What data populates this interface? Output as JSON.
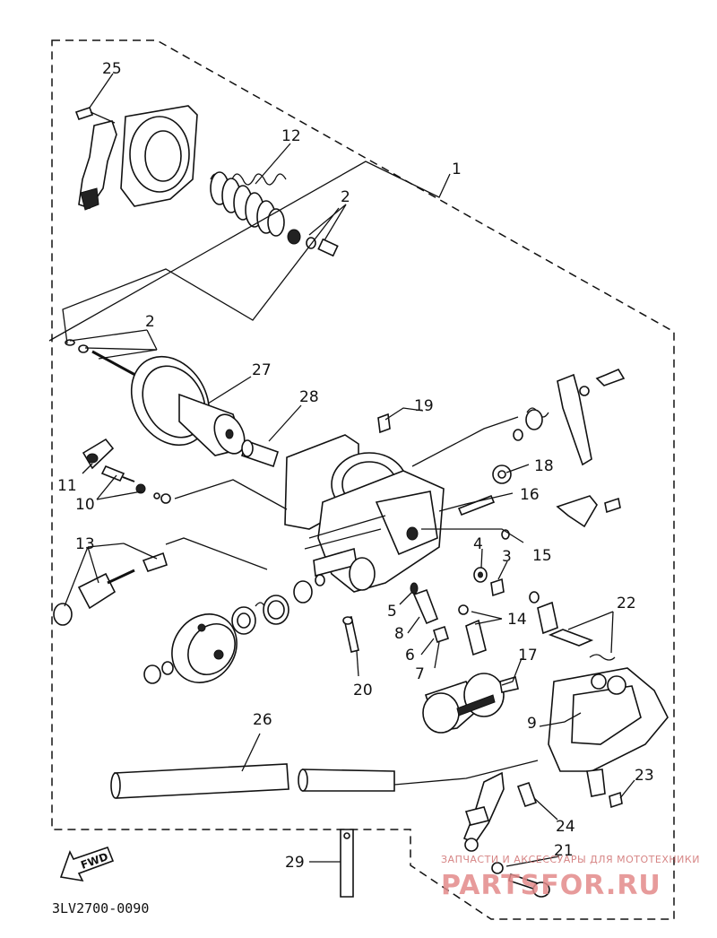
{
  "callouts": {
    "c1": "1",
    "c2a": "2",
    "c2b": "2",
    "c3": "3",
    "c4": "4",
    "c5": "5",
    "c6": "6",
    "c7": "7",
    "c8": "8",
    "c9": "9",
    "c10": "10",
    "c11": "11",
    "c12": "12",
    "c13": "13",
    "c14": "14",
    "c15": "15",
    "c16": "16",
    "c17": "17",
    "c18": "18",
    "c19": "19",
    "c20": "20",
    "c21": "21",
    "c22": "22",
    "c23": "23",
    "c24": "24",
    "c25": "25",
    "c26": "26",
    "c27": "27",
    "c28": "28",
    "c29": "29"
  },
  "diagram_code": "3LV2700-0090",
  "fwd_label": "FWD",
  "watermark": {
    "top_text": "ЗАПЧАСТИ И АКСЕССУАРЫ ДЛЯ МОТОТЕХНИКИ",
    "logo_text": "PARTSFOR.RU"
  },
  "colors": {
    "line": "#111111",
    "watermark": "#e38a8a",
    "background": "#ffffff"
  }
}
